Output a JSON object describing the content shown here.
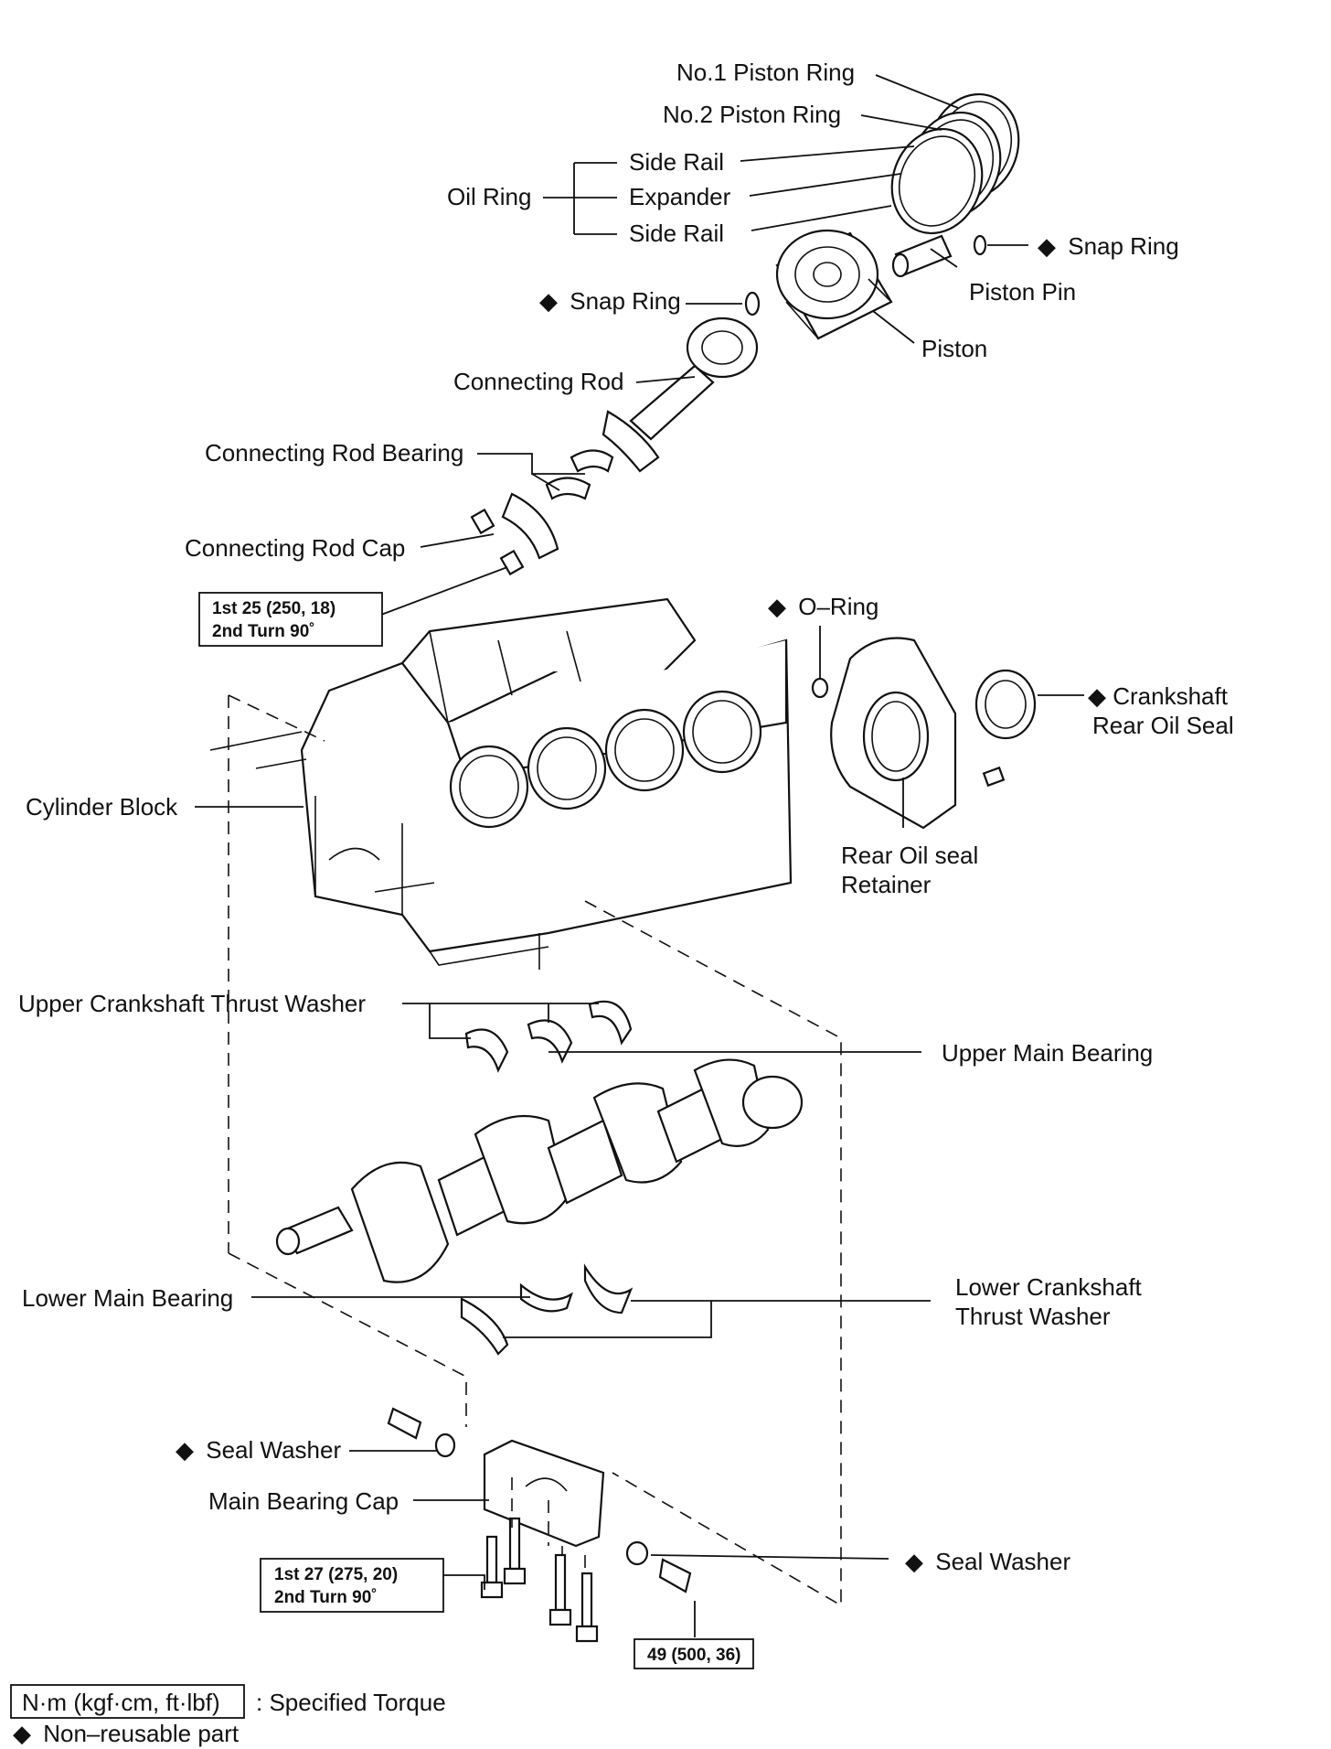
{
  "diamond": "◆",
  "labels": {
    "no1_piston_ring": "No.1 Piston Ring",
    "no2_piston_ring": "No.2 Piston Ring",
    "oil_ring": "Oil Ring",
    "side_rail_top": "Side Rail",
    "expander": "Expander",
    "side_rail_bottom": "Side Rail",
    "snap_ring_right": "Snap Ring",
    "piston_pin": "Piston Pin",
    "snap_ring_left": "Snap Ring",
    "piston": "Piston",
    "connecting_rod": "Connecting Rod",
    "connecting_rod_bearing": "Connecting Rod Bearing",
    "connecting_rod_cap": "Connecting Rod Cap",
    "o_ring": "O–Ring",
    "crankshaft_rear_oil_seal_line1": "Crankshaft",
    "crankshaft_rear_oil_seal_line2": "Rear Oil Seal",
    "cylinder_block": "Cylinder Block",
    "rear_oil_seal_retainer_line1": "Rear Oil seal",
    "rear_oil_seal_retainer_line2": "Retainer",
    "upper_crankshaft_thrust_washer": "Upper Crankshaft Thrust Washer",
    "upper_main_bearing": "Upper Main Bearing",
    "lower_main_bearing": "Lower Main Bearing",
    "lower_crankshaft_thrust_washer_line1": "Lower Crankshaft",
    "lower_crankshaft_thrust_washer_line2": "Thrust Washer",
    "seal_washer_left": "Seal Washer",
    "main_bearing_cap": "Main Bearing Cap",
    "seal_washer_right": "Seal Washer"
  },
  "torque": {
    "rod_cap_line1": "1st 25 (250, 18)",
    "rod_cap_line2": "2nd Turn 90˚",
    "main_cap_line1": "1st 27 (275, 20)",
    "main_cap_line2": "2nd Turn 90˚",
    "side_bolt": "49 (500, 36)"
  },
  "legend": {
    "torque_unit": "N·m (kgf·cm, ft·lbf)",
    "torque_desc": ": Specified Torque",
    "non_reusable": "Non–reusable part"
  }
}
